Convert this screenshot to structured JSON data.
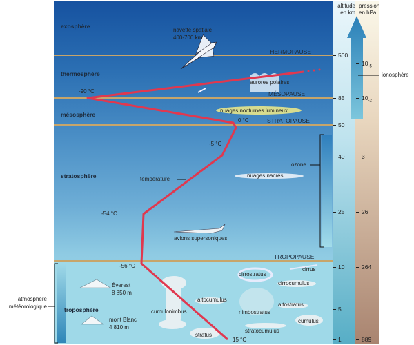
{
  "header": {
    "altitude": "altitude",
    "altitude_unit": "en km",
    "pressure": "pression",
    "pressure_unit": "en hPa"
  },
  "layers": [
    "exosphère",
    "thermosphère",
    "mésosphère",
    "stratosphère",
    "troposphère"
  ],
  "pauses": [
    "THERMOPAUSE",
    "MÉSOPAUSE",
    "STRATOPAUSE",
    "TROPOPAUSE"
  ],
  "altitudes": [
    "500",
    "85",
    "50",
    "40",
    "25",
    "10",
    "5",
    "1"
  ],
  "pressures": [
    {
      "base": "10",
      "exp": "-5"
    },
    {
      "base": "10",
      "exp": "-2"
    },
    {
      "base": "3"
    },
    {
      "base": "26"
    },
    {
      "base": "264"
    },
    {
      "base": "889"
    }
  ],
  "side": {
    "ionosphere": "ionosphère",
    "meteo1": "atmosphère",
    "meteo2": "météorologique"
  },
  "labels": {
    "shuttle1": "navette spatiale",
    "shuttle2": "400-700 km",
    "aurora": "aurores polaires",
    "noctilucent": "nuages nocturnes lumineux",
    "nacre": "nuages nacrés",
    "ozone": "ozone",
    "temperature": "température",
    "supersonic": "avions supersoniques",
    "everest1": "Éverest",
    "everest2": "8 850 m",
    "blanc1": "mont Blanc",
    "blanc2": "4 810 m",
    "cumulonimbus": "cumulonimbus",
    "altocumulus": "altocumulus",
    "cirrostratus": "cirrostratus",
    "cirrus": "cirrus",
    "cirrocumulus": "cirrocumulus",
    "altostratus": "altostratus",
    "nimbostratus": "nimbostratus",
    "cumulus": "cumulus",
    "stratocumulus": "stratocumulus",
    "stratus": "stratus"
  },
  "temps": [
    "-90 °C",
    "0 °C",
    "-5 °C",
    "-54 °C",
    "-56 °C",
    "15 °C"
  ],
  "colors": {
    "curve": "#e0384f",
    "pause": "#c7a56a",
    "arrow": "#3a8fc0"
  }
}
